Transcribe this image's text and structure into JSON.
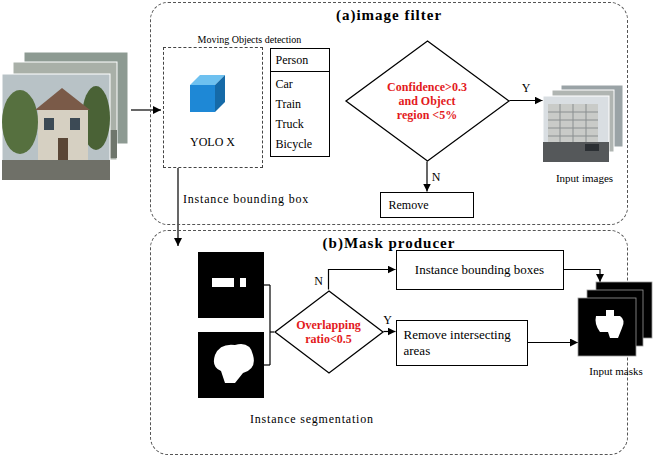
{
  "diagram": {
    "nodes": [
      {
        "text": [
          "(a)image filter"
        ]
      },
      {
        "text": [
          "Moving Objects detection",
          "YOLO X"
        ],
        "in": 0
      },
      {
        "text": [
          "Person",
          "Car Train Truck Bicycle"
        ],
        "in": 0
      },
      {
        "text": [
          "Confidence>0.3 and Object region <5%"
        ],
        "in": 0
      },
      {
        "text": [
          "Input images"
        ],
        "in": 0
      },
      {
        "text": [
          "Remove"
        ],
        "in": 0
      },
      {
        "text": [
          "(b)Mask producer"
        ]
      },
      {
        "text": [
          "Overlapping ratio<0.5"
        ],
        "in": 6
      },
      {
        "text": [
          "Instance bounding boxes"
        ],
        "in": 6
      },
      {
        "text": [
          "Remove intersecting areas"
        ],
        "in": 6
      },
      {
        "text": [
          "Input masks"
        ]
      }
    ],
    "edges": [
      {
        "from": 3,
        "to": 4,
        "label": "Y",
        "arrow": "to"
      },
      {
        "from": 3,
        "to": 5,
        "label": "N",
        "arrow": "to"
      },
      {
        "from": 7,
        "to": 8,
        "label": "N",
        "arrow": "to"
      },
      {
        "from": 7,
        "to": 9,
        "label": "Y",
        "arrow": "to"
      },
      {
        "from": 8,
        "to": 10,
        "arrow": "to"
      },
      {
        "from": 9,
        "to": 10,
        "arrow": "to"
      }
    ],
    "labels": [
      "Instance bounding box",
      "Instance segmentation"
    ]
  }
}
